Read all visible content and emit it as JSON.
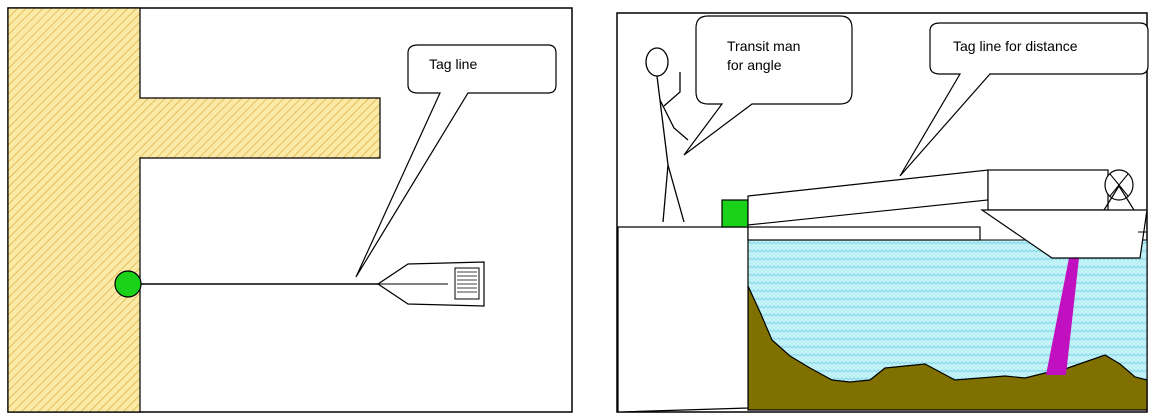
{
  "panels": [
    {
      "id": "plan-view",
      "callouts": [
        {
          "lines": [
            "Tag line"
          ]
        }
      ]
    },
    {
      "id": "elevation-view",
      "callouts": [
        {
          "lines": [
            "Transit man",
            "for angle"
          ]
        },
        {
          "lines": [
            "Tag line for distance"
          ]
        }
      ]
    }
  ],
  "colors": {
    "dock_hatch_bg": "#fbe9a6",
    "dock_hatch_line": "#d6a431",
    "marker_green": "#19d219",
    "water": "#bff1f7",
    "water_pattern": "#7fd3e4",
    "seabed": "#807000",
    "sonar_beam": "#c010c0"
  }
}
